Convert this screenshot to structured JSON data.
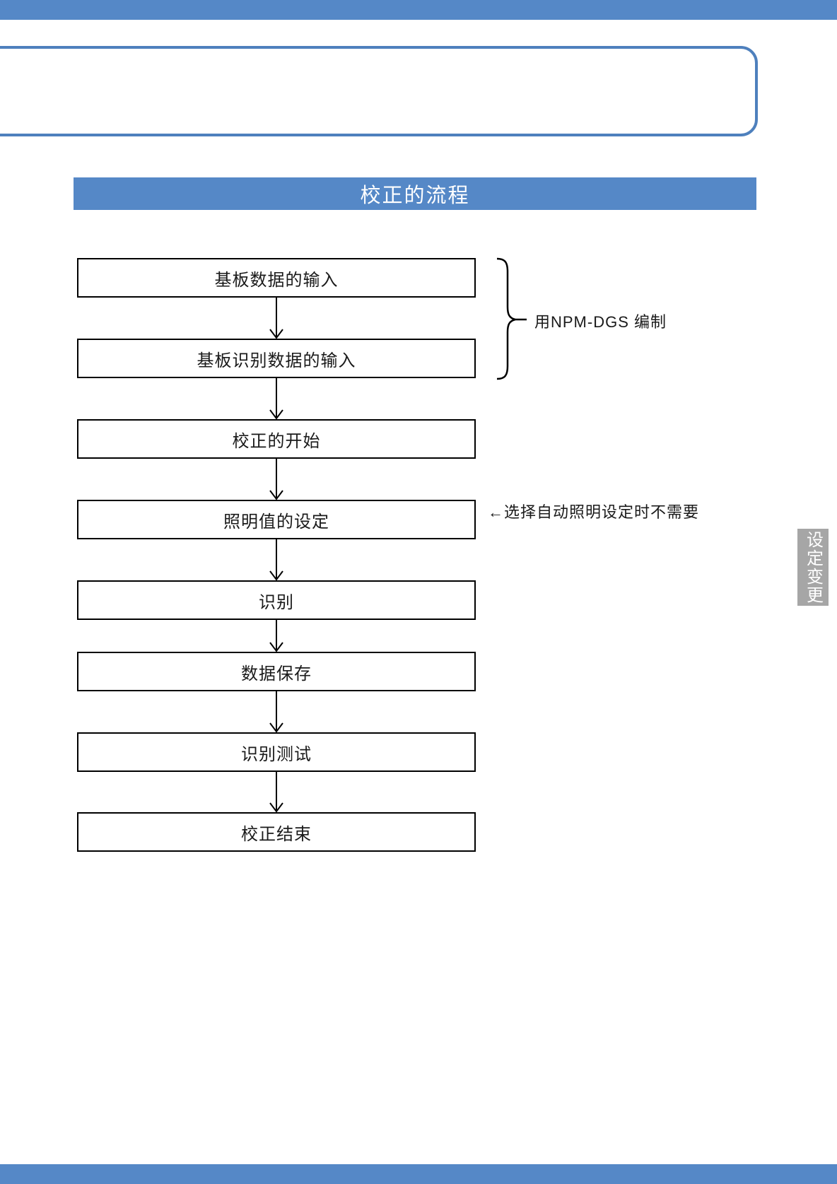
{
  "colors": {
    "accent_blue": "#5588c7",
    "frame_border_blue": "#4e80bd",
    "side_tab_gray": "#a6a6a6"
  },
  "header": {
    "title": "校正的流程"
  },
  "flow": {
    "steps": [
      {
        "label": "基板数据的输入"
      },
      {
        "label": "基板识别数据的输入"
      },
      {
        "label": "校正的开始"
      },
      {
        "label": "照明值的设定"
      },
      {
        "label": "识别"
      },
      {
        "label": "数据保存"
      },
      {
        "label": "识别测试"
      },
      {
        "label": "校正结束"
      }
    ],
    "bracket_label": "用NPM-DGS 编制",
    "annotation": "←选择自动照明设定时不需要"
  },
  "side_tab": {
    "label": "设定变更"
  }
}
